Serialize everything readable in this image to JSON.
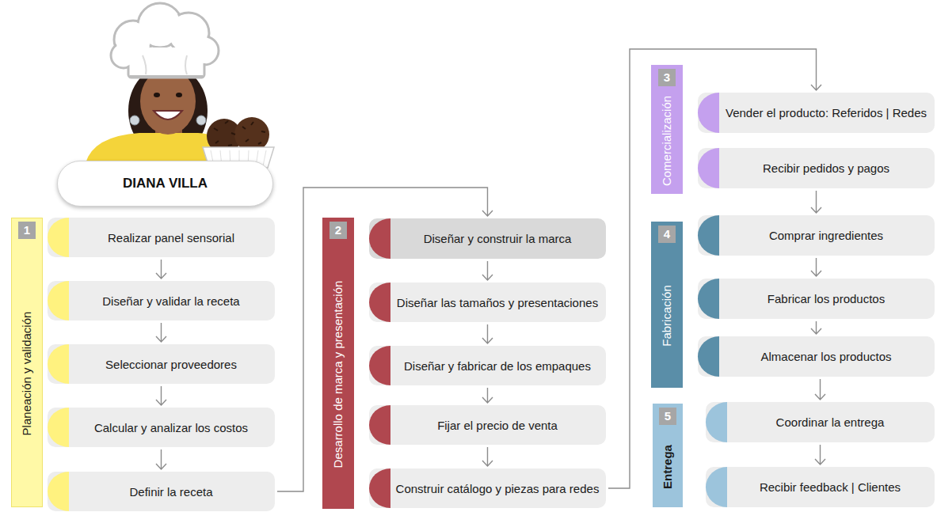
{
  "diagram": {
    "nodes": [
      {
        "text": [
          "DIANA VILLA"
        ]
      },
      {
        "text": [
          "1",
          "Planeación y validación"
        ]
      },
      {
        "text": [
          "Realizar panel sensorial"
        ]
      },
      {
        "text": [
          "Diseñar y validar la receta"
        ]
      },
      {
        "text": [
          "Seleccionar proveedores"
        ]
      },
      {
        "text": [
          "Calcular y analizar los costos"
        ]
      },
      {
        "text": [
          "Definir la receta"
        ]
      },
      {
        "text": [
          "2",
          "Desarrollo de marca y presentación"
        ]
      },
      {
        "text": [
          "Diseñar y construir la marca"
        ]
      },
      {
        "text": [
          "Diseñar las tamaños y presentaciones"
        ]
      },
      {
        "text": [
          "Diseñar y fabricar de los empaques"
        ]
      },
      {
        "text": [
          "Fijar el precio de venta"
        ]
      },
      {
        "text": [
          "Construir catálogo y piezas para redes"
        ]
      },
      {
        "text": [
          "3",
          "Comercialización"
        ]
      },
      {
        "text": [
          "Vender el producto: Referidos | Redes"
        ]
      },
      {
        "text": [
          "Recibir pedidos y pagos"
        ]
      },
      {
        "text": [
          "4",
          "Fabricación"
        ]
      },
      {
        "text": [
          "Comprar ingredientes"
        ]
      },
      {
        "text": [
          "Fabricar los productos"
        ]
      },
      {
        "text": [
          "Almacenar los productos"
        ]
      },
      {
        "text": [
          "5",
          "Entrega"
        ]
      },
      {
        "text": [
          "Coordinar la entrega"
        ]
      },
      {
        "text": [
          "Recibir feedback | Clientes"
        ]
      }
    ],
    "edges": [
      {
        "from": 2,
        "to": 3,
        "arrow": "to"
      },
      {
        "from": 3,
        "to": 4,
        "arrow": "to"
      },
      {
        "from": 4,
        "to": 5,
        "arrow": "to"
      },
      {
        "from": 5,
        "to": 6,
        "arrow": "to"
      },
      {
        "from": 6,
        "to": 8,
        "arrow": "to"
      },
      {
        "from": 8,
        "to": 9,
        "arrow": "to"
      },
      {
        "from": 9,
        "to": 10,
        "arrow": "to"
      },
      {
        "from": 10,
        "to": 11,
        "arrow": "to"
      },
      {
        "from": 11,
        "to": 12,
        "arrow": "to"
      },
      {
        "from": 12,
        "to": 14,
        "arrow": "to"
      },
      {
        "from": 15,
        "to": 17,
        "arrow": "to"
      },
      {
        "from": 17,
        "to": 18,
        "arrow": "to"
      },
      {
        "from": 18,
        "to": 19,
        "arrow": "to"
      },
      {
        "from": 19,
        "to": 21,
        "arrow": "to"
      },
      {
        "from": 21,
        "to": 22,
        "arrow": "to"
      }
    ]
  }
}
